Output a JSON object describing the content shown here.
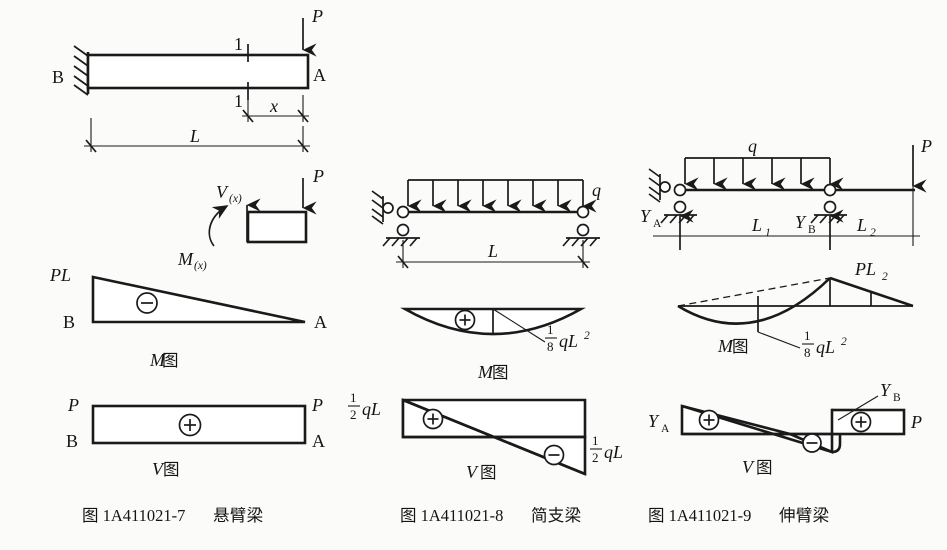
{
  "figure": {
    "kind": "beam-internal-force-diagrams",
    "background_color": "#fbfbfa",
    "ink_color": "#1a1a1a"
  },
  "captions": [
    {
      "number": "图 1A411021-7",
      "name": "悬臂梁"
    },
    {
      "number": "图 1A411021-8",
      "name": "简支梁"
    },
    {
      "number": "图 1A411021-9",
      "name": "伸臂梁"
    }
  ],
  "cantilever": {
    "title_support": "B",
    "free_end": "A",
    "load_label": "P",
    "section_top": "1",
    "section_bottom": "1",
    "dim_x": "x",
    "dim_L": "L",
    "fbd": {
      "shear_label": "V",
      "shear_sub": "(x)",
      "moment_label": "M",
      "moment_sub": "(x)",
      "load_label": "P"
    },
    "moment_diagram": {
      "peak_label": "PL",
      "left_node": "B",
      "right_node": "A",
      "sign": "minus",
      "sign_glyph": "−",
      "caption_symbol": "M",
      "caption_cn": "图"
    },
    "shear_diagram": {
      "left_value": "P",
      "right_value": "P",
      "left_node": "B",
      "right_node": "A",
      "sign": "plus",
      "sign_glyph": "+",
      "caption_symbol": "V",
      "caption_cn": "图"
    }
  },
  "simple_beam": {
    "load_label": "q",
    "dim_L": "L",
    "arrow_count": 8,
    "moment_diagram": {
      "sign": "plus",
      "sign_glyph": "+",
      "value_numerator": "1",
      "value_denominator": "8",
      "value_tail": "qL",
      "value_exp": "2",
      "caption_symbol": "M",
      "caption_cn": "图"
    },
    "shear_diagram": {
      "left_numerator": "1",
      "left_denominator": "2",
      "left_tail": "qL",
      "right_numerator": "1",
      "right_denominator": "2",
      "right_tail": "qL",
      "left_sign_glyph": "+",
      "right_sign_glyph": "−",
      "caption_symbol": "V",
      "caption_cn": "图"
    }
  },
  "overhang_beam": {
    "load_label": "q",
    "point_load_label": "P",
    "reaction_a": "Y",
    "reaction_a_sub": "A",
    "reaction_b": "Y",
    "reaction_b_sub": "B",
    "span_1": "L",
    "span_1_sub": "1",
    "span_2": "L",
    "span_2_sub": "2",
    "arrow_count": 6,
    "moment_diagram": {
      "peak_label": "PL",
      "peak_sub": "2",
      "value_numerator": "1",
      "value_denominator": "8",
      "value_tail": "qL",
      "value_exp": "2",
      "caption_symbol": "M",
      "caption_cn": "图"
    },
    "shear_diagram": {
      "left_label": "Y",
      "left_sub": "A",
      "jump_label": "Y",
      "jump_sub": "B",
      "right_label": "P",
      "sign_plus": "+",
      "sign_minus": "−",
      "caption_symbol": "V",
      "caption_cn": "图"
    }
  }
}
